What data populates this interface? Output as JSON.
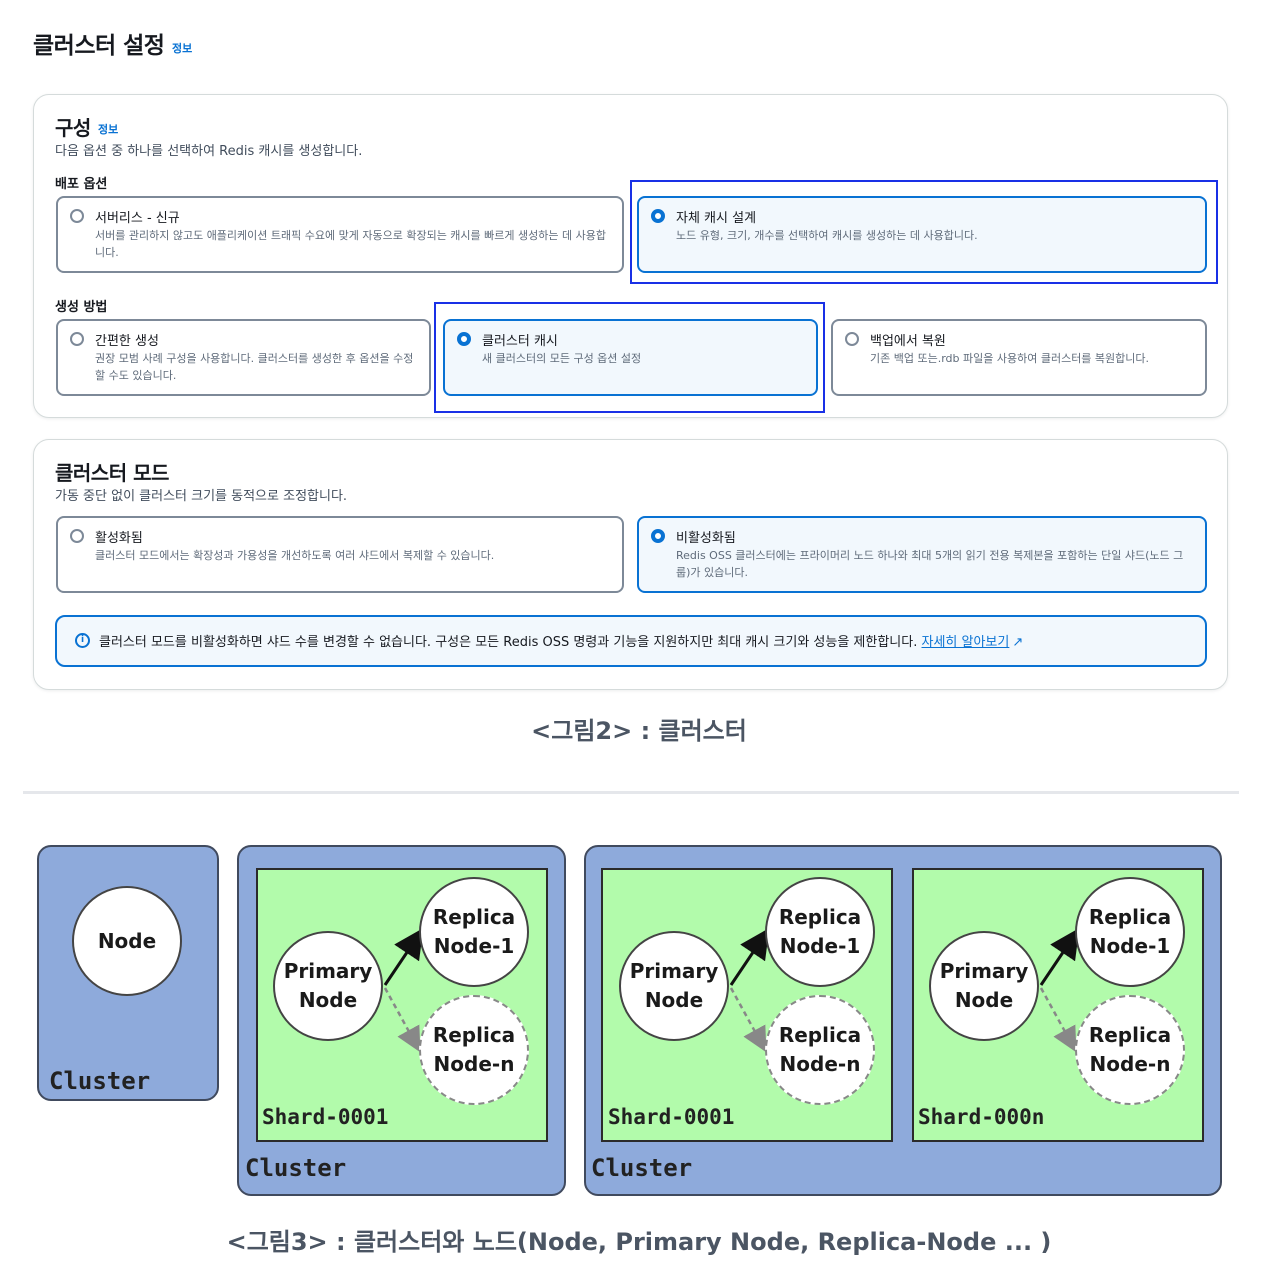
{
  "header": {
    "title": "클러스터 설정",
    "info": "정보"
  },
  "config": {
    "title": "구성",
    "info": "정보",
    "description": "다음 옵션 중 하나를 선택하여 Redis 캐시를 생성합니다.",
    "deploy_label": "배포 옵션",
    "deploy_options": [
      {
        "title": "서버리스 - 신규",
        "desc": "서버를 관리하지 않고도 애플리케이션 트래픽 수요에 맞게 자동으로 확장되는 캐시를 빠르게 생성하는 데 사용합니다.",
        "selected": false
      },
      {
        "title": "자체 캐시 설계",
        "desc": "노드 유형, 크기, 개수를 선택하여 캐시를 생성하는 데 사용합니다.",
        "selected": true
      }
    ],
    "method_label": "생성 방법",
    "method_options": [
      {
        "title": "간편한 생성",
        "desc": "권장 모범 사례 구성을 사용합니다. 클러스터를 생성한 후 옵션을 수정할 수도 있습니다.",
        "selected": false
      },
      {
        "title": "클러스터 캐시",
        "desc": "새 클러스터의 모든 구성 옵션 설정",
        "selected": true
      },
      {
        "title": "백업에서 복원",
        "desc": "기존 백업 또는.rdb 파일을 사용하여 클러스터를 복원합니다.",
        "selected": false
      }
    ]
  },
  "cluster_mode": {
    "title": "클러스터 모드",
    "description": "가동 중단 없이 클러스터 크기를 동적으로 조정합니다.",
    "options": [
      {
        "title": "활성화됨",
        "desc": "클러스터 모드에서는 확장성과 가용성을 개선하도록 여러 샤드에서 복제할 수 있습니다.",
        "selected": false
      },
      {
        "title": "비활성화됨",
        "desc": "Redis OSS 클러스터에는 프라이머리 노드 하나와 최대 5개의 읽기 전용 복제본을 포함하는 단일 샤드(노드 그룹)가 있습니다.",
        "selected": true
      }
    ],
    "alert_icon": "info-icon",
    "alert_text": "클러스터 모드를 비활성화하면 샤드 수를 변경할 수 없습니다. 구성은 모든 Redis OSS 명령과 기능을 지원하지만 최대 캐시 크기와 성능을 제한합니다.",
    "alert_link": "자세히 알아보기",
    "alert_link_icon": "external-link-icon"
  },
  "caption_1": "<그림2> : 클러스터",
  "diagram": {
    "cluster_label": "Cluster",
    "node_label": "Node",
    "primary_l1": "Primary",
    "primary_l2": "Node",
    "replica_l1": "Replica",
    "replica1_l2": "Node-1",
    "replica_n_l2": "Node-n",
    "shard_1": "Shard-0001",
    "shard_n": "Shard-000n",
    "colors": {
      "cluster": "#8eaadb",
      "shard": "#b2fbab"
    }
  },
  "caption_2": "<그림3> : 클러스터와 노드(Node, Primary Node, Replica-Node ... )"
}
